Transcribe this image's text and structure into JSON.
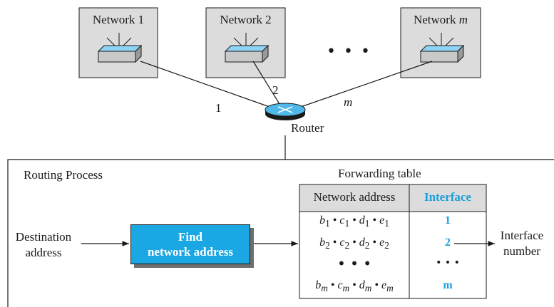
{
  "networks": [
    {
      "label": "Network 1"
    },
    {
      "label": "Network 2"
    },
    {
      "label_prefix": "Network ",
      "label_var": "m"
    }
  ],
  "ellipsis": "• • •",
  "links": {
    "one": "1",
    "two": "2",
    "m": "m"
  },
  "router_label": "Router",
  "process": {
    "title": "Routing Process",
    "destination_line1": "Destination",
    "destination_line2": "address",
    "find_line1": "Find",
    "find_line2": "network address",
    "output_line1": "Interface",
    "output_line2": "number"
  },
  "table": {
    "caption": "Forwarding table",
    "header_address": "Network address",
    "header_interface": "Interface",
    "rows": [
      {
        "b": "b",
        "c": "c",
        "d": "d",
        "e": "e",
        "sub": "1",
        "interface": "1"
      },
      {
        "b": "b",
        "c": "c",
        "d": "d",
        "e": "e",
        "sub": "2",
        "interface": "2"
      },
      {
        "ellipsis": "• • •",
        "interface": "• • •"
      },
      {
        "b": "b",
        "c": "c",
        "d": "d",
        "e": "e",
        "sub": "m",
        "interface": "m"
      }
    ]
  },
  "colors": {
    "accent": "#1aa0dc",
    "box_fill": "#dcdcdc",
    "switch_fill": "#8fd3f5"
  }
}
